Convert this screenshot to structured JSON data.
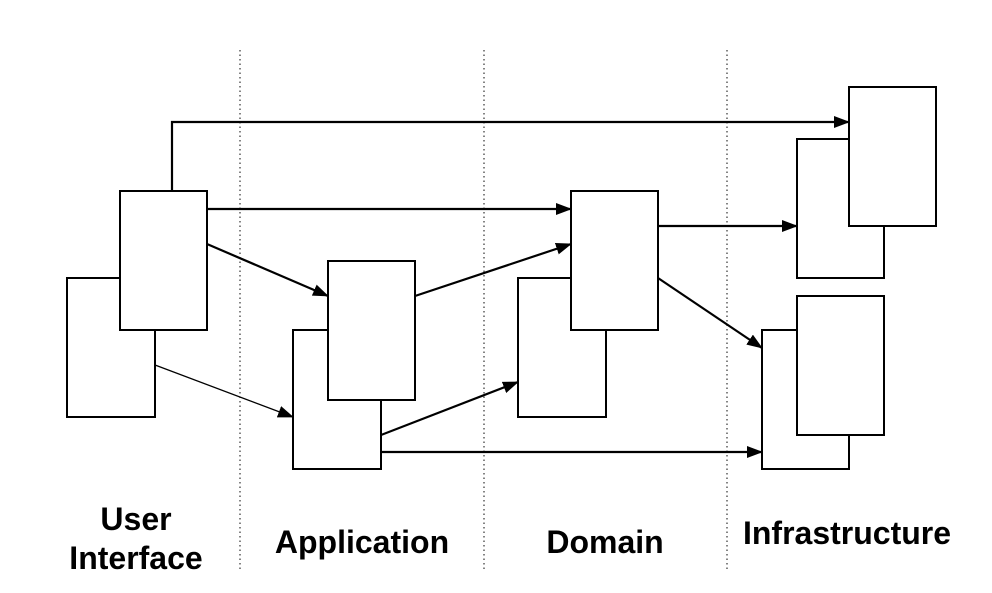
{
  "layers": [
    {
      "id": "user-interface",
      "lines": [
        "User",
        "Interface"
      ]
    },
    {
      "id": "application",
      "lines": [
        "Application"
      ]
    },
    {
      "id": "domain",
      "lines": [
        "Domain"
      ]
    },
    {
      "id": "infrastructure",
      "lines": [
        "Infrastructure"
      ]
    }
  ],
  "colors": {
    "stroke": "#000000",
    "background": "#ffffff"
  },
  "edges": [
    {
      "from": "ui-front",
      "to": "infra-top-front"
    },
    {
      "from": "ui-front",
      "to": "domain-front"
    },
    {
      "from": "ui-front",
      "to": "app-front"
    },
    {
      "from": "ui-back",
      "to": "app-back"
    },
    {
      "from": "app-front",
      "to": "domain-front"
    },
    {
      "from": "app-back",
      "to": "domain-back"
    },
    {
      "from": "app-back",
      "to": "infra-bottom-back"
    },
    {
      "from": "domain-front",
      "to": "infra-top-back"
    },
    {
      "from": "domain-front",
      "to": "infra-bottom-back"
    }
  ]
}
